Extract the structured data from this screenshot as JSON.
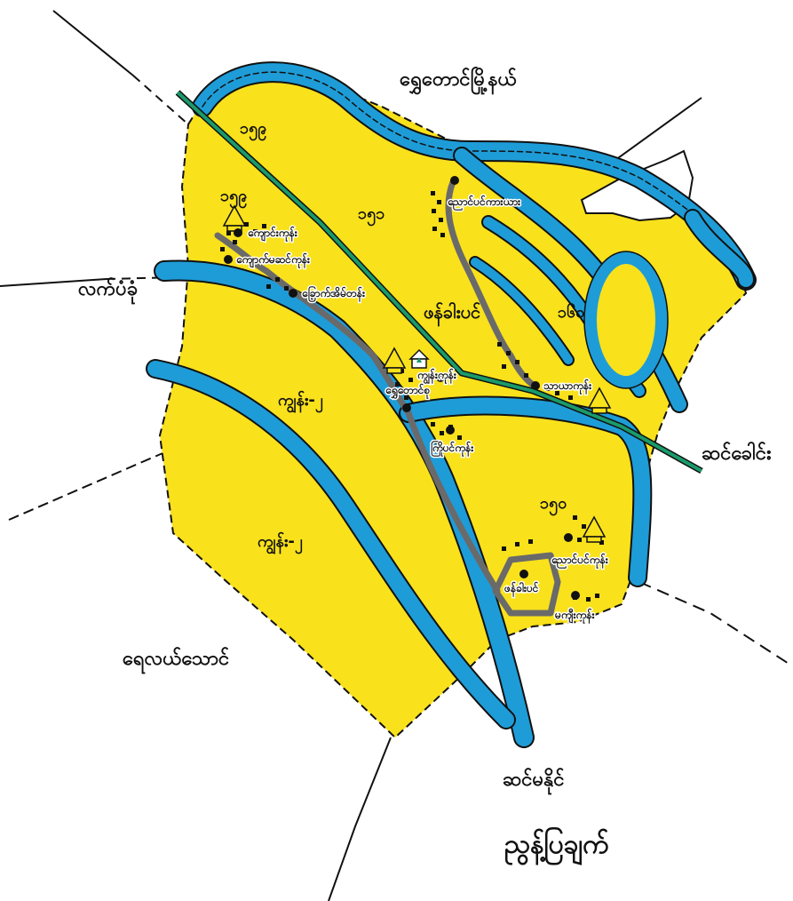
{
  "colors": {
    "land": "#f9e11c",
    "river": "#1e9cd7",
    "rail": "#1a9a6a",
    "road": "#6a6a6a",
    "outline": "#111111",
    "background": "#ffffff"
  },
  "neighbors": {
    "north": "ရွှေတောင်မြို့နယ်",
    "west": "လက်ပံခုံ",
    "east": "ဆင်ခေါင်း",
    "southwest": "ရေလယ်သောင်",
    "south": "ဆင်မနိုင်"
  },
  "title": "ညွန့်ပြချက်",
  "center_label": "ဖန်ခါးပင်",
  "plot_numbers": {
    "n1": "၁၅၉",
    "n2": "၁၅၉",
    "n3": "၁၅၁",
    "n4": "၁၆၀",
    "n5": "၁၅၀"
  },
  "forest_labels": {
    "f1": "ကျွန်း-၂",
    "f2": "ကျွန်း-၂"
  },
  "villages": {
    "v1": "ညောင်ပင်ကားယား",
    "v2": "ကျောင်းကုန်း",
    "v3": "ကျောက်မဆင်ကုန်း",
    "v4": "ခြောက်အိမ်တန်း",
    "v5": "ကျွန်းကုန်း",
    "v6": "ရွှေတောင်စု",
    "v7": "ကြိုပင်ကုန်း",
    "v8": "သာယာကုန်း",
    "v9": "ညောင်ပင်ကုန်း",
    "v10": "ဖန်ခါးပင်",
    "v11": "မကျီးကုန်း"
  }
}
